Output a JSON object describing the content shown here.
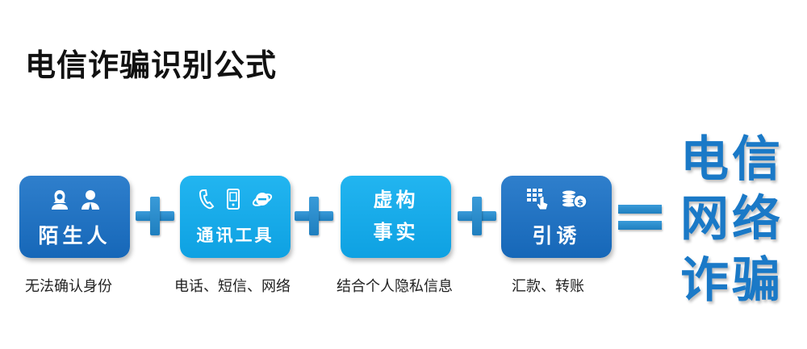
{
  "title": "电信诈骗识别公式",
  "colors": {
    "dark_card": "#1a6fbf",
    "light_card": "#14a9e8",
    "operator": "#2a8ccd",
    "result_text": "#1a79c7"
  },
  "cards": [
    {
      "label": "陌生人",
      "caption": "无法确认身份",
      "style": "dark",
      "icons": [
        "female-user-icon",
        "male-user-icon"
      ]
    },
    {
      "label": "通讯工具",
      "caption": "电话、短信、网络",
      "style": "light",
      "icons": [
        "phone-icon",
        "mobile-phone-icon",
        "internet-explorer-icon"
      ]
    },
    {
      "label_line1": "虚构",
      "label_line2": "事实",
      "caption": "结合个人隐私信息",
      "style": "light",
      "icons": []
    },
    {
      "label": "引诱",
      "caption": "汇款、转账",
      "style": "dark",
      "icons": [
        "keypad-touch-icon",
        "coins-dollar-icon"
      ]
    }
  ],
  "operators": [
    "+",
    "+",
    "+",
    "="
  ],
  "result": {
    "line1": "电信",
    "line2": "网络",
    "line3": "诈骗"
  }
}
